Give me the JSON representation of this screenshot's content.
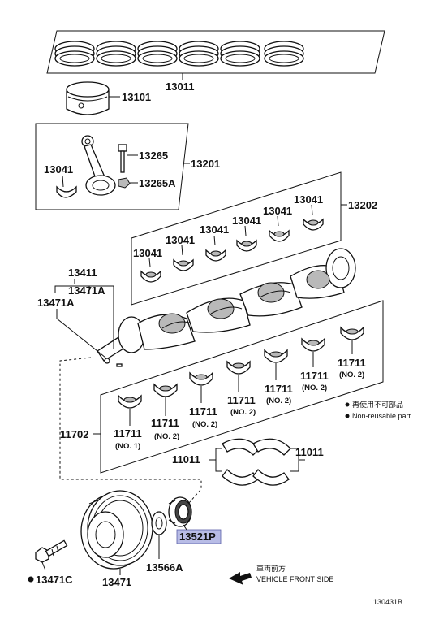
{
  "colors": {
    "highlight_fill": "#b8bce6",
    "line": "#111111",
    "shade": "#b9b9b9"
  },
  "labels": {
    "ring_set": "13011",
    "piston": "13101",
    "rod_bolt": "13265",
    "rod_nut": "13265A",
    "rod_assy": "13201",
    "rod_bearing": "13041",
    "rod_bearing_set": "13202",
    "crank_assy": "13411",
    "pin_a": "13471A",
    "main_bearing": "11711",
    "main_bearing_set": "11702",
    "thrust_washer": "11011",
    "timing_gear": "13521P",
    "washer": "13566A",
    "pulley_bolt": "13471C",
    "pulley": "13471",
    "no1": "(NO. 1)",
    "no2": "(NO. 2)"
  },
  "legend": {
    "japanese": "再使用不可部品",
    "english": "Non-reusable part"
  },
  "direction": {
    "japanese": "車両前方",
    "english": "VEHICLE FRONT SIDE"
  },
  "diagram_code": "130431B"
}
